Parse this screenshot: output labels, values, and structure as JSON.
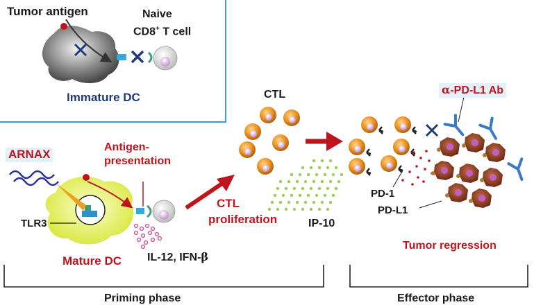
{
  "labels": {
    "tumor_antigen": "Tumor antigen",
    "naive": "Naive",
    "cd8": "CD8",
    "cd8_sup": "+",
    "tcell": " T cell",
    "immature_dc": "Immature DC",
    "arnax": "ARNAX",
    "antigen_presentation_1": "Antigen-",
    "antigen_presentation_2": "presentation",
    "tlr3": "TLR3",
    "mature_dc": "Mature DC",
    "il12": "IL-12, IFN-",
    "beta": "β",
    "ctl": "CTL",
    "ctl_prolif_1": "CTL",
    "ctl_prolif_2": "proliferation",
    "ip10": "IP-10",
    "alpha": "α",
    "pdl1_ab": "-PD-L1 Ab",
    "pd1": "PD-1",
    "pdl1": "PD-L1",
    "tumor_regression": "Tumor regression",
    "priming_phase": "Priming phase",
    "effector_phase": "Effector phase"
  },
  "colors": {
    "red": "#c0141c",
    "navy": "#1f3a7a",
    "inset_border": "#3aa0d8",
    "ctl_orange": "#e8901e",
    "dc_yellow": "#e6f04a",
    "tumor_brown": "#8a3a22",
    "antibody_blue": "#3a78c8",
    "ip10_green": "#9acd50",
    "cytokine_pink": "#d64ca0"
  }
}
